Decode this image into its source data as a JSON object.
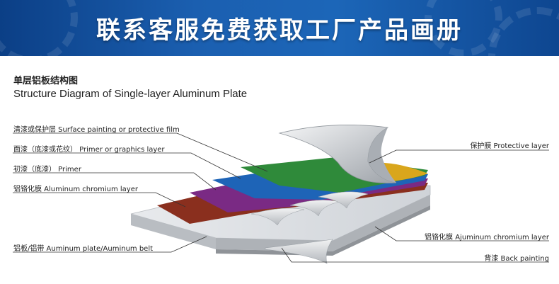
{
  "banner": {
    "title": "联系客服免费获取工厂产品画册"
  },
  "diagram": {
    "title_cn": "单层铝板结构图",
    "title_en": "Structure Diagram of Single-layer Aluminum Plate",
    "layers": {
      "surface": "清漆或保护层 Surface painting or protective film",
      "primer_graphics": "面漆（底漆或花纹） Primer or graphics layer",
      "primer": "初漆（底漆） Primer",
      "chromium_top": "铝铬化膜 Aluminum chromium layer",
      "plate": "铝板/铝带  Auminum plate/Auminum belt",
      "protective": "保护膜 Protective layer",
      "chromium_bottom": "铝铬化膜 Ajuminum chromium layer",
      "back": "背漆 Back painting"
    }
  },
  "colors": {
    "banner": "#1b5fb0",
    "green": "#2f8a3a",
    "blue": "#1e64b7",
    "purple": "#7a2a84",
    "brown": "#8a2f1e",
    "gold": "#d9a61c",
    "silver": "#c9ccd1"
  }
}
